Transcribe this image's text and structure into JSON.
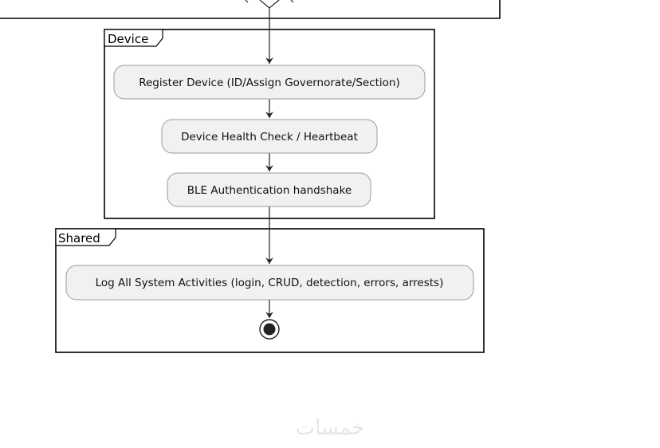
{
  "partitions": {
    "device": {
      "title": "Device",
      "activities": [
        "Register Device (ID/Assign Governorate/Section)",
        "Device Health Check / Heartbeat",
        "BLE Authentication handshake"
      ]
    },
    "shared": {
      "title": "Shared",
      "activities": [
        "Log All System Activities (login, CRUD, detection, errors, arrests)"
      ]
    }
  },
  "watermark": "خمسات",
  "colors": {
    "activity_fill": "#f1f1f1",
    "activity_border": "#9a9a9a",
    "line": "#222222",
    "background": "#ffffff"
  }
}
